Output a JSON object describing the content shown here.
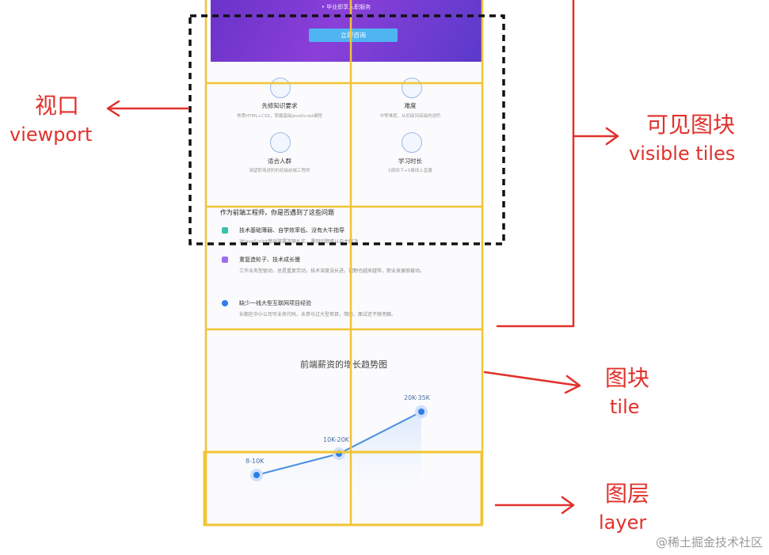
{
  "mockup": {
    "banner_text": "• 毕业即享入职服务",
    "banner_button": "立即咨询",
    "features": [
      {
        "title": "先修知识要求",
        "desc": "熟悉HTML+CSS，掌握基础JavaScript编程"
      },
      {
        "title": "难度",
        "desc": "中等难度，从初级到高级的进阶"
      },
      {
        "title": "适合人群",
        "desc": "渴望职场进阶的初级前端工程师"
      },
      {
        "title": "学习时长",
        "desc": "5周线下+5周线上直播"
      }
    ],
    "question_title": "作为前端工程师，你是否遇到了这些问题",
    "questions": [
      {
        "title": "技术基础薄弱、自学效率低、没有大牛指导",
        "desc": "对JavaScript基础掌握不够扎实，遇到问题难以自主解决"
      },
      {
        "title": "重复造轮子、技术成长慢",
        "desc": "工作业务型驱动，总是重复劳动，技术深度没长进，视野也越来越窄，职业发展很被动。"
      },
      {
        "title": "缺少一线大型互联网项目经验",
        "desc": "长期在中小公司写业务代码，未参与过大型项目，简历、面试还不够亮眼。"
      }
    ],
    "chart_title": "前端薪资的增长趋势图"
  },
  "chart_data": {
    "type": "line",
    "title": "前端薪资的增长趋势图",
    "categories": [
      "8-10K",
      "10K-20K",
      "20K-35K"
    ],
    "series": [
      {
        "values": [
          1,
          2,
          3
        ]
      }
    ],
    "point_labels": [
      "8-10K",
      "10K-20K",
      "20K-35K"
    ]
  },
  "annotations": {
    "viewport_cn": "视口",
    "viewport_en": "viewport",
    "visible_tiles_cn": "可见图块",
    "visible_tiles_en": "visible tiles",
    "tile_cn": "图块",
    "tile_en": "tile",
    "layer_cn": "图层",
    "layer_en": "layer"
  },
  "watermark": "@稀土掘金技术社区",
  "colors": {
    "annotation": "#e0312c",
    "grid": "#f2c433",
    "banner": "#7a39d3",
    "chart_line": "#4a8fe0"
  }
}
